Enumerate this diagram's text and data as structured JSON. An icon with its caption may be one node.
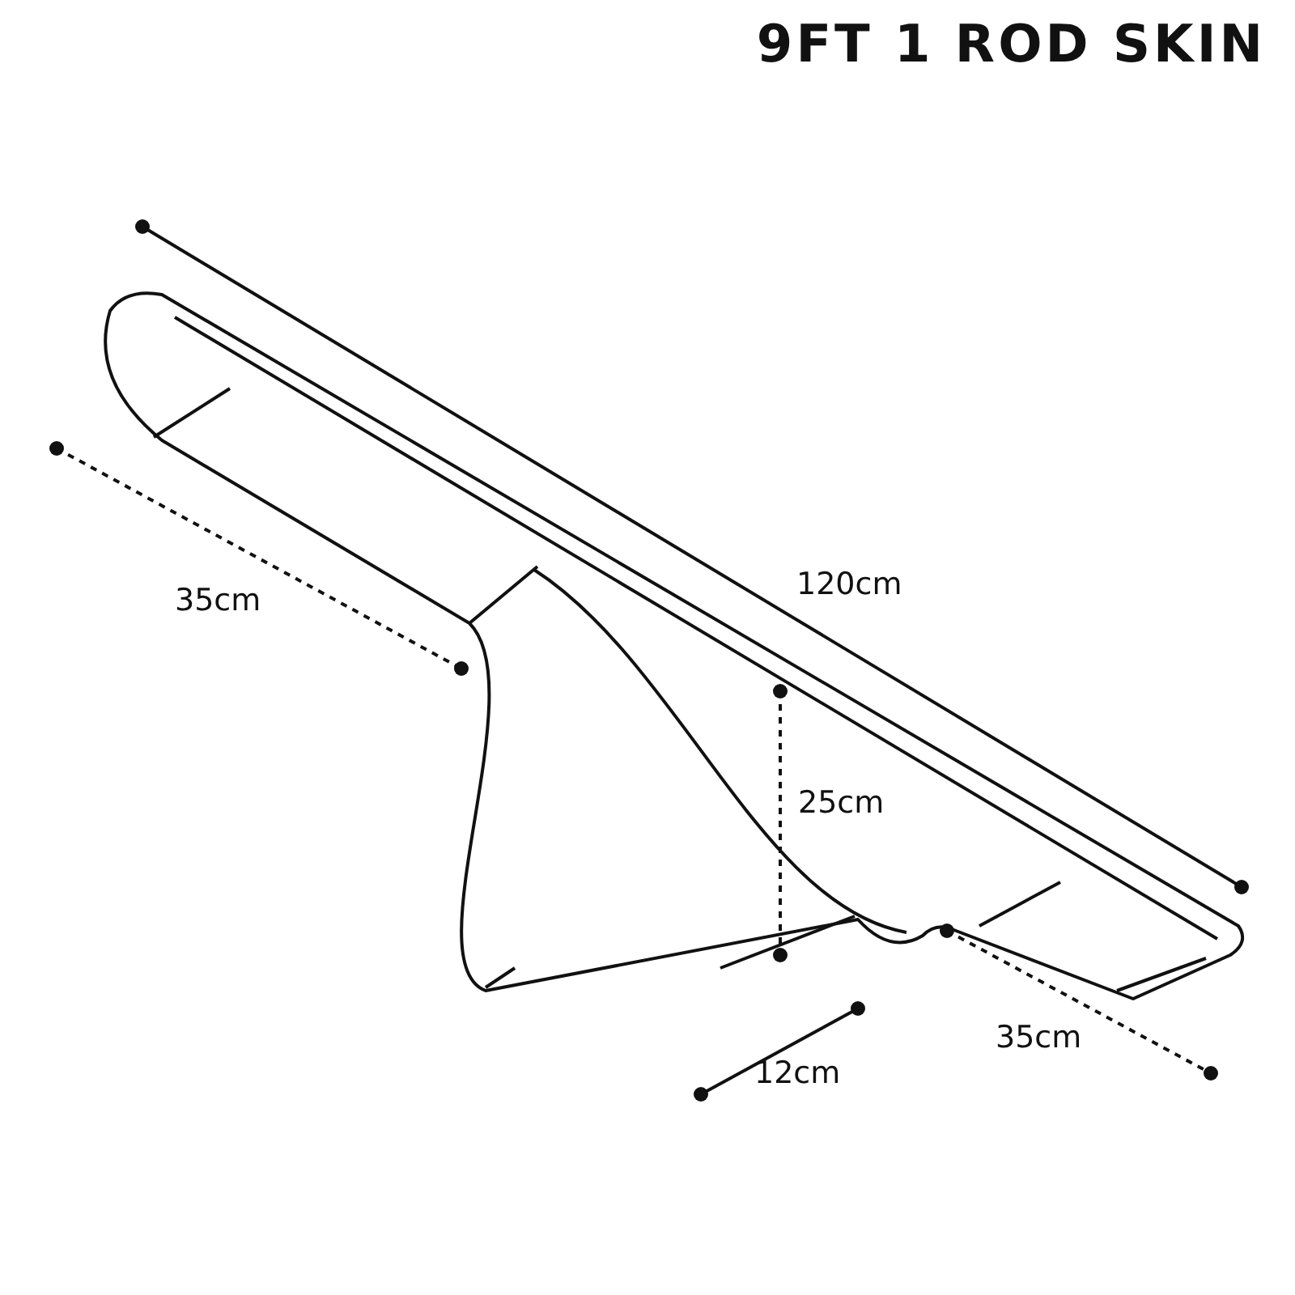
{
  "diagram": {
    "title": "9FT 1 ROD SKIN",
    "labels": [
      "120cm",
      "35cm",
      "25cm",
      "12cm",
      "35cm"
    ]
  }
}
